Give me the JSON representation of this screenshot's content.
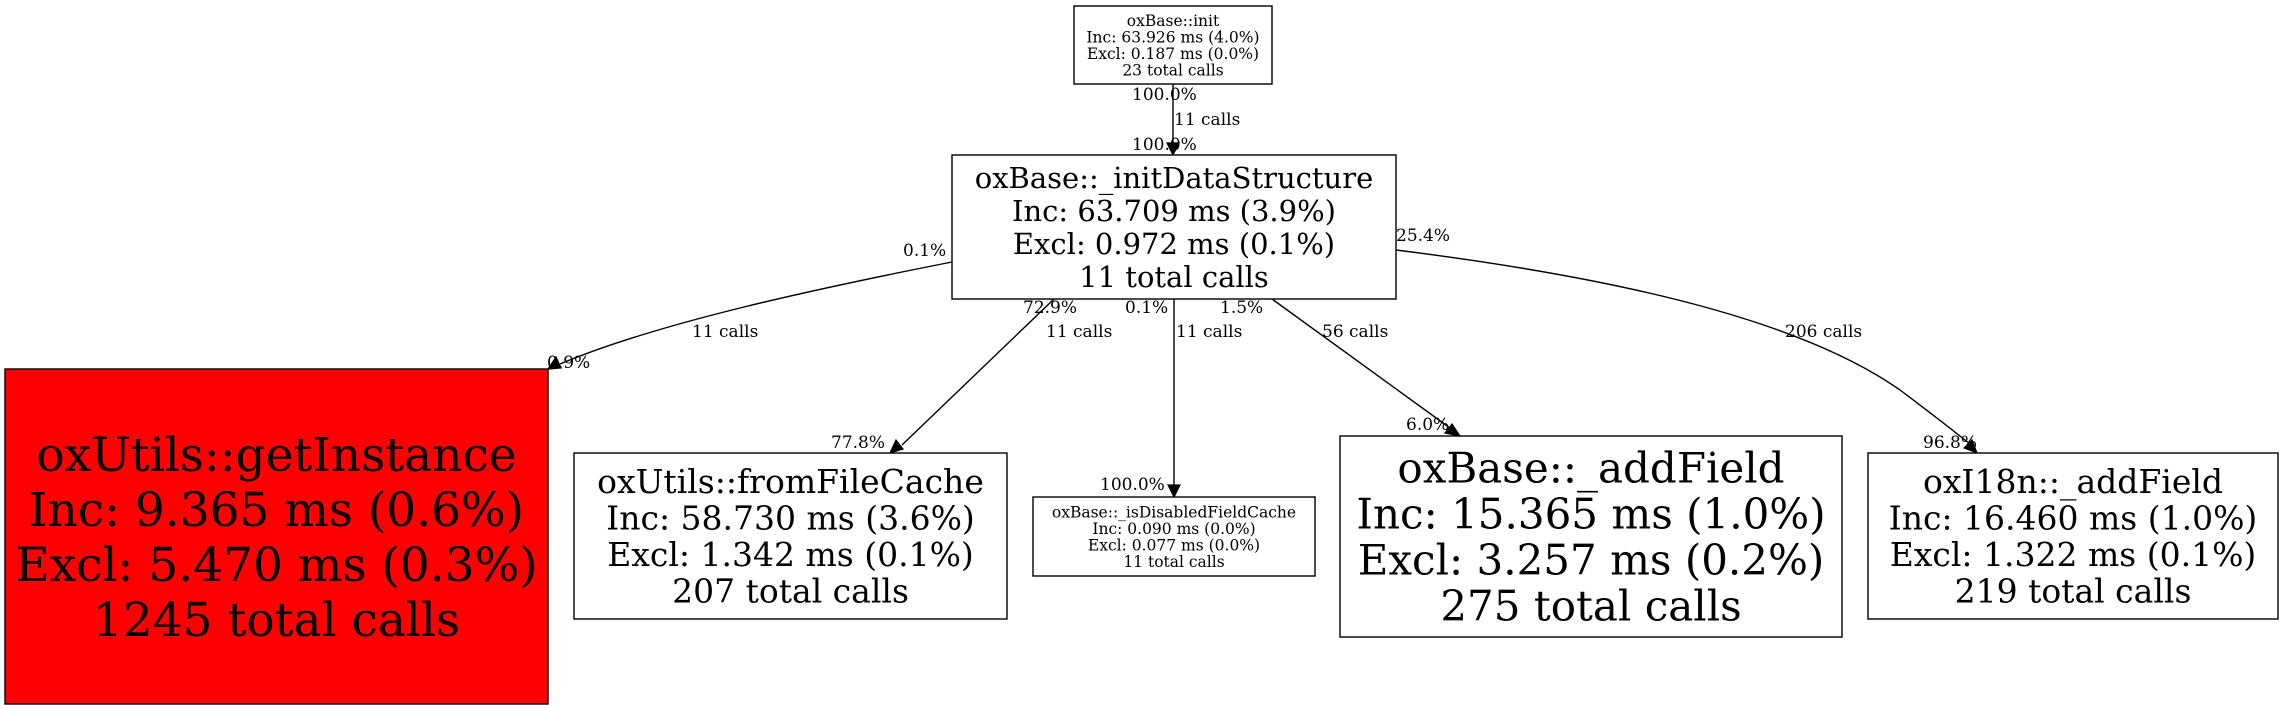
{
  "nodes": {
    "init": {
      "title": "oxBase::init",
      "inc": "Inc: 63.926 ms (4.0%)",
      "excl": "Excl: 0.187 ms (0.0%)",
      "calls": "23 total calls",
      "color": "#ffffff"
    },
    "initDataStructure": {
      "title": "oxBase::_initDataStructure",
      "inc": "Inc: 63.709 ms (3.9%)",
      "excl": "Excl: 0.972 ms (0.1%)",
      "calls": "11 total calls",
      "color": "#ffffff"
    },
    "getInstance": {
      "title": "oxUtils::getInstance",
      "inc": "Inc: 9.365 ms (0.6%)",
      "excl": "Excl: 5.470 ms (0.3%)",
      "calls": "1245 total calls",
      "color": "#ff0000"
    },
    "fromFileCache": {
      "title": "oxUtils::fromFileCache",
      "inc": "Inc: 58.730 ms (3.6%)",
      "excl": "Excl: 1.342 ms (0.1%)",
      "calls": "207 total calls",
      "color": "#ffffff"
    },
    "isDisabledFieldCache": {
      "title": "oxBase::_isDisabledFieldCache",
      "inc": "Inc: 0.090 ms (0.0%)",
      "excl": "Excl: 0.077 ms (0.0%)",
      "calls": "11 total calls",
      "color": "#ffffff"
    },
    "addField": {
      "title": "oxBase::_addField",
      "inc": "Inc: 15.365 ms (1.0%)",
      "excl": "Excl: 3.257 ms (0.2%)",
      "calls": "275 total calls",
      "color": "#ffffff"
    },
    "i18nAddField": {
      "title": "oxI18n::_addField",
      "inc": "Inc: 16.460 ms (1.0%)",
      "excl": "Excl: 1.322 ms (0.1%)",
      "calls": "219 total calls",
      "color": "#ffffff"
    }
  },
  "edges": [
    {
      "from": "init",
      "to": "initDataStructure",
      "label": "11 calls",
      "tail_pct": "100.0%",
      "head_pct": "100.0%"
    },
    {
      "from": "initDataStructure",
      "to": "getInstance",
      "label": "11 calls",
      "tail_pct": "0.1%",
      "head_pct": "0.9%"
    },
    {
      "from": "initDataStructure",
      "to": "fromFileCache",
      "label": "11 calls",
      "tail_pct": "72.9%",
      "head_pct": "77.8%"
    },
    {
      "from": "initDataStructure",
      "to": "isDisabledFieldCache",
      "label": "11 calls",
      "tail_pct": "0.1%",
      "head_pct": "100.0%"
    },
    {
      "from": "initDataStructure",
      "to": "addField",
      "label": "56 calls",
      "tail_pct": "1.5%",
      "head_pct": "6.0%"
    },
    {
      "from": "initDataStructure",
      "to": "i18nAddField",
      "label": "206 calls",
      "tail_pct": "25.4%",
      "head_pct": "96.8%"
    }
  ]
}
